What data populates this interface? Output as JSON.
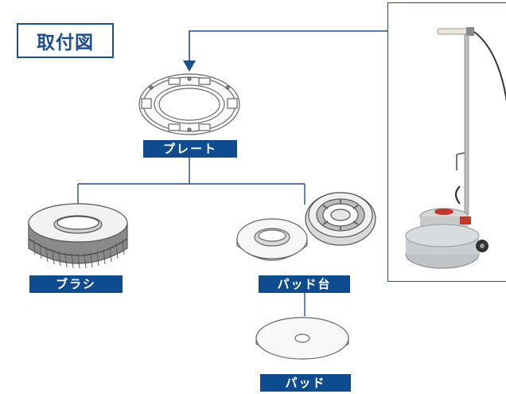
{
  "title": "取付図",
  "parts": {
    "plate": "プレート",
    "brush": "ブラシ",
    "pad_holder": "パッド台",
    "pad": "パッド"
  },
  "colors": {
    "accent": "#1d4f8c",
    "label_bg": "#0f4c8f",
    "label_text": "#ffffff"
  }
}
